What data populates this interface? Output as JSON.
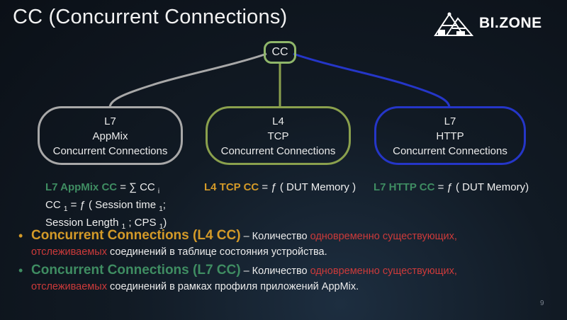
{
  "slide": {
    "title": "CC (Concurrent Connections)",
    "logo_text": "BI.ZONE",
    "page_number": "9"
  },
  "diagram": {
    "root": "CC",
    "nodes": [
      {
        "line1": "L7",
        "line2": "AppMix",
        "line3": "Concurrent Connections"
      },
      {
        "line1": "L4",
        "line2": "TCP",
        "line3": "Concurrent Connections"
      },
      {
        "line1": "L7",
        "line2": "HTTP",
        "line3": "Concurrent Connections"
      }
    ],
    "colors": {
      "root": "#8fb66a",
      "l7_appmix": "#a8a8a8",
      "l4_tcp": "#8aa04d",
      "l7_http": "#2536c8"
    }
  },
  "formulas": {
    "appmix": {
      "label": "L7 AppMix CC",
      "line1_rest": " = ∑ CC",
      "sub_i": "i",
      "line2_a": "CC",
      "line2_sub": "1",
      "line2_b": " = ƒ ( Session time",
      "line2_sub2": "1",
      "line2_c": ";",
      "line3_a": "Session Length",
      "line3_sub": "1",
      "line3_b": " ; CPS",
      "line3_sub2": "1",
      "line3_c": ")"
    },
    "tcp": {
      "label": "L4 TCP CC",
      "rest": " = ƒ ( DUT Memory )"
    },
    "http": {
      "label": "L7 HTTP CC",
      "rest": " = ƒ ( DUT Memory)"
    }
  },
  "bullets": [
    {
      "head": "Concurrent Connections (L4 CC)",
      "dash": " – Количество ",
      "red1": "одновременно существующих,",
      "red2": "отслеживаемых",
      "tail": " соединений в таблице состояния устройства."
    },
    {
      "head": "Concurrent Connections (L7 CC)",
      "dash": " – Количество ",
      "red1": "одновременно существующих,",
      "red2": "отслеживаемых",
      "tail": " соединений в рамках профиля приложений AppMix."
    }
  ]
}
